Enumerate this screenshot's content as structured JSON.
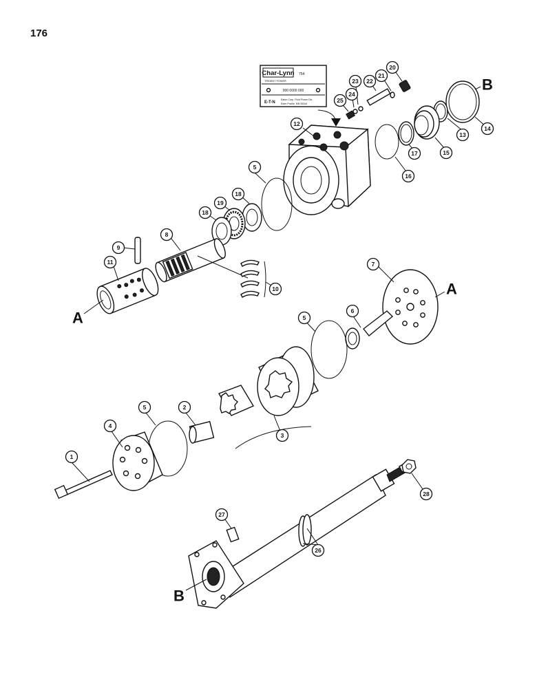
{
  "page_number": "176",
  "nameplate": {
    "brand": "Char-Lynn",
    "model_code": "754",
    "subtitle": "TRIDENT POWER",
    "part_number": "000 0000 000",
    "maker": "E-T-N",
    "maker_line1": "Eaton Corp. Fluid Power Div.",
    "maker_line2": "Eden Prairie, MN 55344"
  },
  "callouts": [
    "1",
    "2",
    "3",
    "4",
    "5",
    "5",
    "5",
    "6",
    "7",
    "8",
    "9",
    "10",
    "11",
    "12",
    "13",
    "14",
    "15",
    "16",
    "17",
    "18",
    "19",
    "18",
    "20",
    "21",
    "22",
    "23",
    "24",
    "25",
    "26",
    "27",
    "28"
  ],
  "reference_marks": [
    "A",
    "A",
    "B",
    "B"
  ]
}
